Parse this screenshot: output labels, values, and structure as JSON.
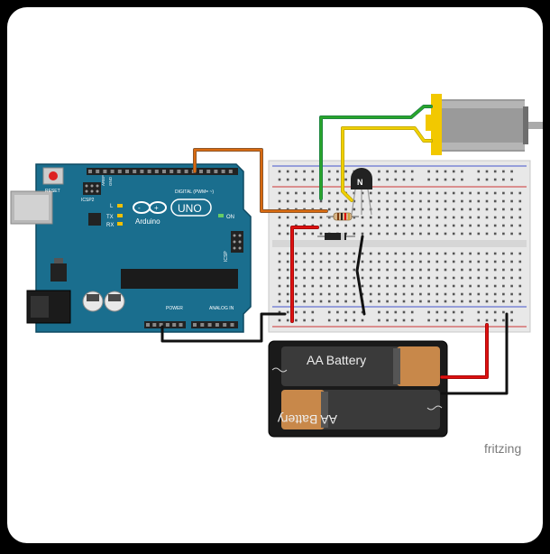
{
  "arduino": {
    "reset_label": "RESET",
    "icsp2_label": "ICSP2",
    "l_label": "L",
    "tx_label": "TX",
    "rx_label": "RX",
    "brand_label": "Arduino",
    "model_label": "UNO",
    "on_label": "ON",
    "icsp_label": "ICSP",
    "digital_label": "DIGITAL (PWM= ~)",
    "power_label": "POWER",
    "analog_label": "ANALOG IN",
    "aref_label": "AREF",
    "gnd_label": "GND"
  },
  "transistor": {
    "label": "N"
  },
  "battery_pack": {
    "cell_top_label": "AA Battery",
    "cell_bottom_label": "AA Battery"
  },
  "branding": {
    "fritzing_label": "fritzing"
  },
  "colors": {
    "board": "#1a6e8e",
    "breadboard": "#e8e8e8",
    "wire_orange": "#d96a10",
    "wire_green": "#2aa52a",
    "wire_yellow": "#f0d000",
    "wire_red": "#dd1111",
    "wire_black": "#111111",
    "battery_copper": "#c8884a"
  }
}
